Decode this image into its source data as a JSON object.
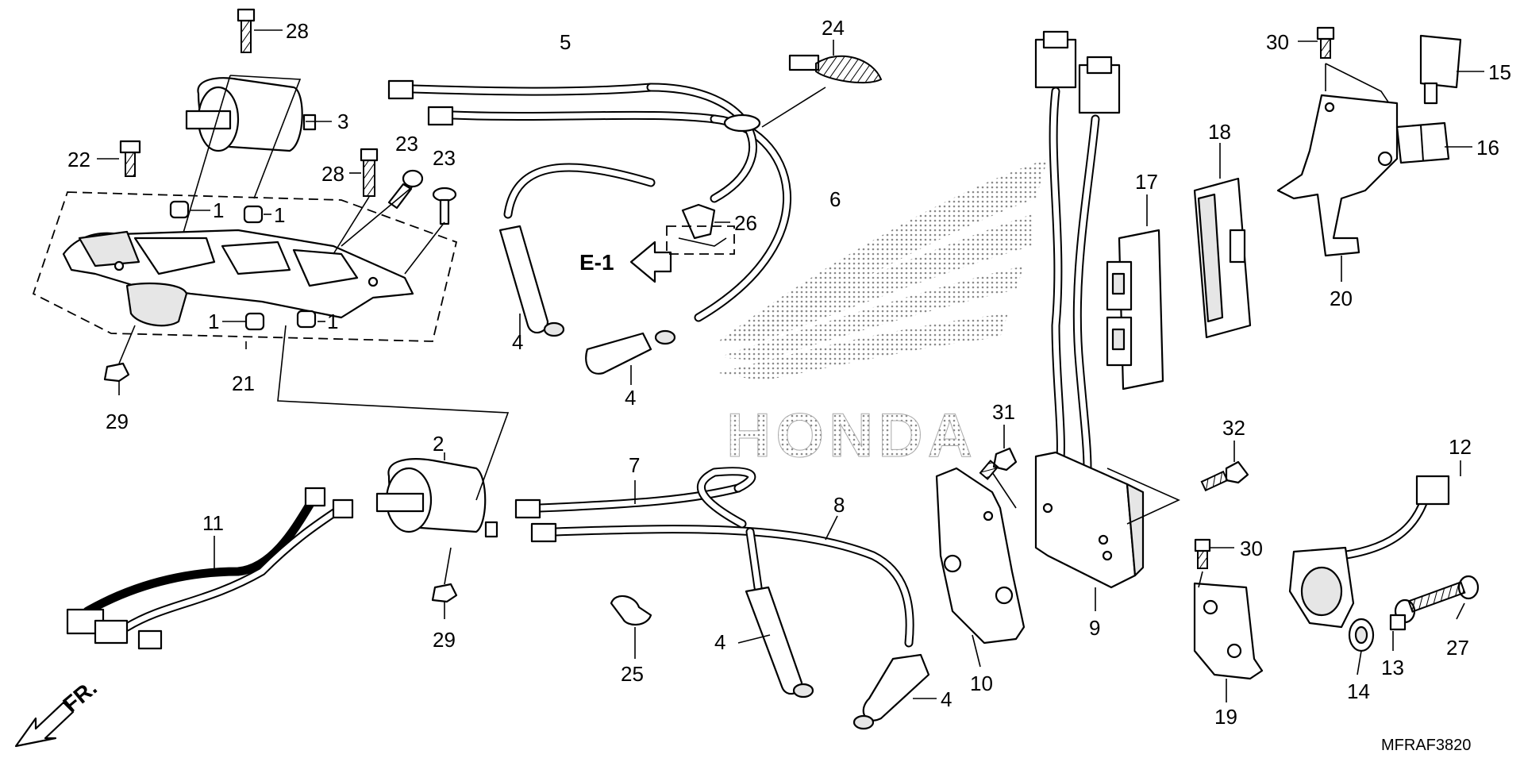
{
  "diagram": {
    "callouts": [
      {
        "id": "c28a",
        "text": "28"
      },
      {
        "id": "c3",
        "text": "3"
      },
      {
        "id": "c22",
        "text": "22"
      },
      {
        "id": "c28b",
        "text": "28"
      },
      {
        "id": "c23a",
        "text": "23"
      },
      {
        "id": "c23b",
        "text": "23"
      },
      {
        "id": "c1a",
        "text": "1"
      },
      {
        "id": "c1b",
        "text": "1"
      },
      {
        "id": "c1c",
        "text": "1"
      },
      {
        "id": "c1d",
        "text": "1"
      },
      {
        "id": "c21",
        "text": "21"
      },
      {
        "id": "c29a",
        "text": "29"
      },
      {
        "id": "c5",
        "text": "5"
      },
      {
        "id": "c24",
        "text": "24"
      },
      {
        "id": "c6",
        "text": "6"
      },
      {
        "id": "c26",
        "text": "26"
      },
      {
        "id": "c4a",
        "text": "4"
      },
      {
        "id": "c4b",
        "text": "4"
      },
      {
        "id": "c4c",
        "text": "4"
      },
      {
        "id": "c4d",
        "text": "4"
      },
      {
        "id": "c2",
        "text": "2"
      },
      {
        "id": "c7",
        "text": "7"
      },
      {
        "id": "c8",
        "text": "8"
      },
      {
        "id": "c11",
        "text": "11"
      },
      {
        "id": "c29b",
        "text": "29"
      },
      {
        "id": "c25",
        "text": "25"
      },
      {
        "id": "c17",
        "text": "17"
      },
      {
        "id": "c18",
        "text": "18"
      },
      {
        "id": "c30a",
        "text": "30"
      },
      {
        "id": "c15",
        "text": "15"
      },
      {
        "id": "c16",
        "text": "16"
      },
      {
        "id": "c20",
        "text": "20"
      },
      {
        "id": "c31",
        "text": "31"
      },
      {
        "id": "c32",
        "text": "32"
      },
      {
        "id": "c12",
        "text": "12"
      },
      {
        "id": "c30b",
        "text": "30"
      },
      {
        "id": "c27",
        "text": "27"
      },
      {
        "id": "c13",
        "text": "13"
      },
      {
        "id": "c14",
        "text": "14"
      },
      {
        "id": "c19",
        "text": "19"
      },
      {
        "id": "c9",
        "text": "9"
      },
      {
        "id": "c10",
        "text": "10"
      }
    ],
    "reference_label": "E-1",
    "direction_label": "FR.",
    "watermark": "HONDA",
    "diagram_code": "MFRAF3820"
  }
}
